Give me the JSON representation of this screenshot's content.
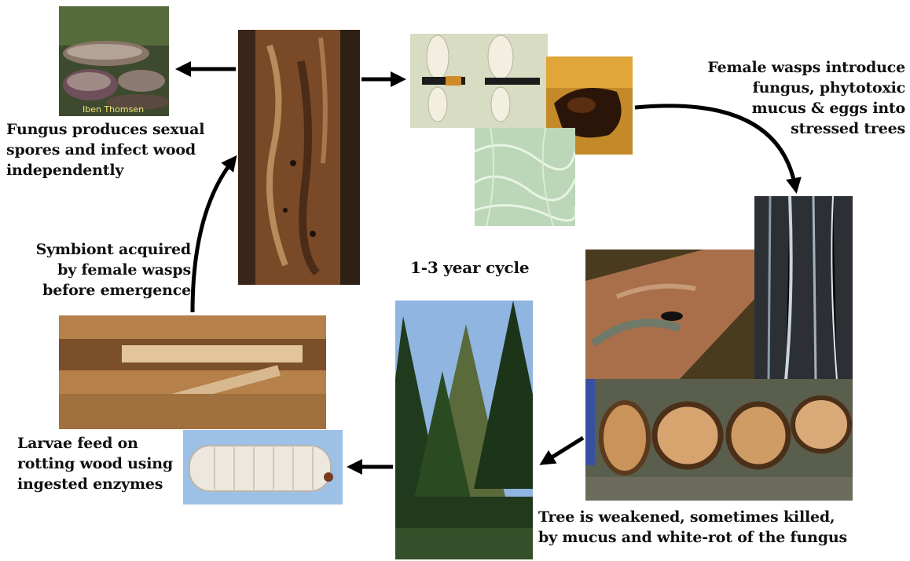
{
  "labels": {
    "fungus_spores": "Fungus produces sexual\nspores and infect wood\nindependently",
    "wasps_introduce": "Female wasps introduce\nfungus, phytotoxic\nmucus & eggs into\nstressed trees",
    "symbiont": "Symbiont acquired\nby female wasps\nbefore emergence",
    "cycle": "1-3 year cycle",
    "larvae": "Larvae feed on\nrotting wood using\ningested enzymes",
    "tree_weakened": "Tree is weakened, sometimes killed,\nby mucus and white-rot of the fungus"
  },
  "photo_credit": "Iben Thomsen",
  "icons": [
    "bracket-fungus-photo",
    "wood-gallery-photo",
    "wasps-photo",
    "wasp-head-photo",
    "hyphae-photo",
    "wasp-on-bark-photo",
    "mucus-bark-photo",
    "log-ends-photo",
    "pine-trees-photo",
    "larva-tunnel-photo",
    "larva-photo"
  ],
  "colors": {
    "arrow": "#000000",
    "text": "#111111"
  }
}
